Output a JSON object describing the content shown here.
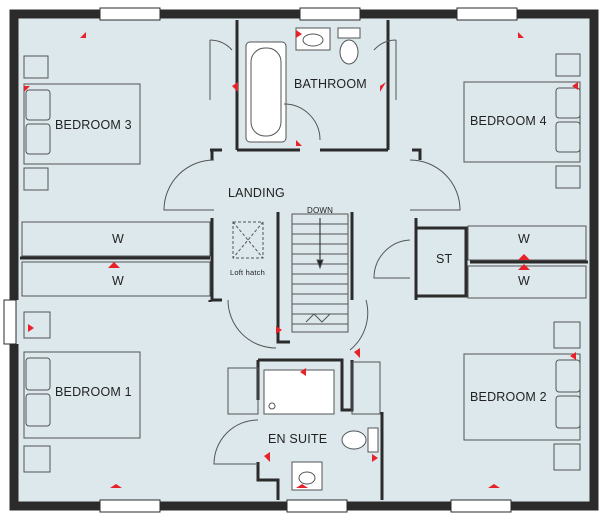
{
  "colors": {
    "floor": "#dce8ec",
    "wall": "#2b2b2b",
    "fixture_line": "#555555",
    "marker": "#e8222a"
  },
  "rooms": {
    "bedroom_1": "BEDROOM 1",
    "bedroom_2": "BEDROOM 2",
    "bedroom_3": "BEDROOM 3",
    "bedroom_4": "BEDROOM 4",
    "bathroom": "BATHROOM",
    "en_suite": "EN SUITE",
    "landing": "LANDING",
    "store": "ST"
  },
  "wardrobes": {
    "left_upper": "W",
    "left_lower": "W",
    "right_upper": "W",
    "right_lower": "W"
  },
  "labels": {
    "stairs_direction": "DOWN",
    "loft_hatch": "Loft hatch"
  }
}
